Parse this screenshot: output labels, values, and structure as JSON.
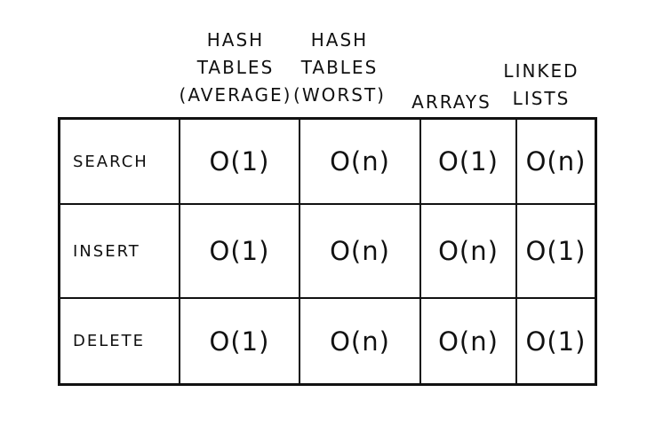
{
  "headers": [
    {
      "lines": [
        "HASH",
        "TABLES",
        "(AVERAGE)"
      ]
    },
    {
      "lines": [
        "HASH",
        "TABLES",
        "(WORST)"
      ]
    },
    {
      "lines": [
        "ARRAYS"
      ]
    },
    {
      "lines": [
        "LINKED",
        "LISTS"
      ]
    }
  ],
  "rows": [
    {
      "label": "SEARCH",
      "values": [
        "O(1)",
        "O(n)",
        "O(1)",
        "O(n)"
      ]
    },
    {
      "label": "INSERT",
      "values": [
        "O(1)",
        "O(n)",
        "O(n)",
        "O(1)"
      ]
    },
    {
      "label": "DELETE",
      "values": [
        "O(1)",
        "O(n)",
        "O(n)",
        "O(1)"
      ]
    }
  ]
}
